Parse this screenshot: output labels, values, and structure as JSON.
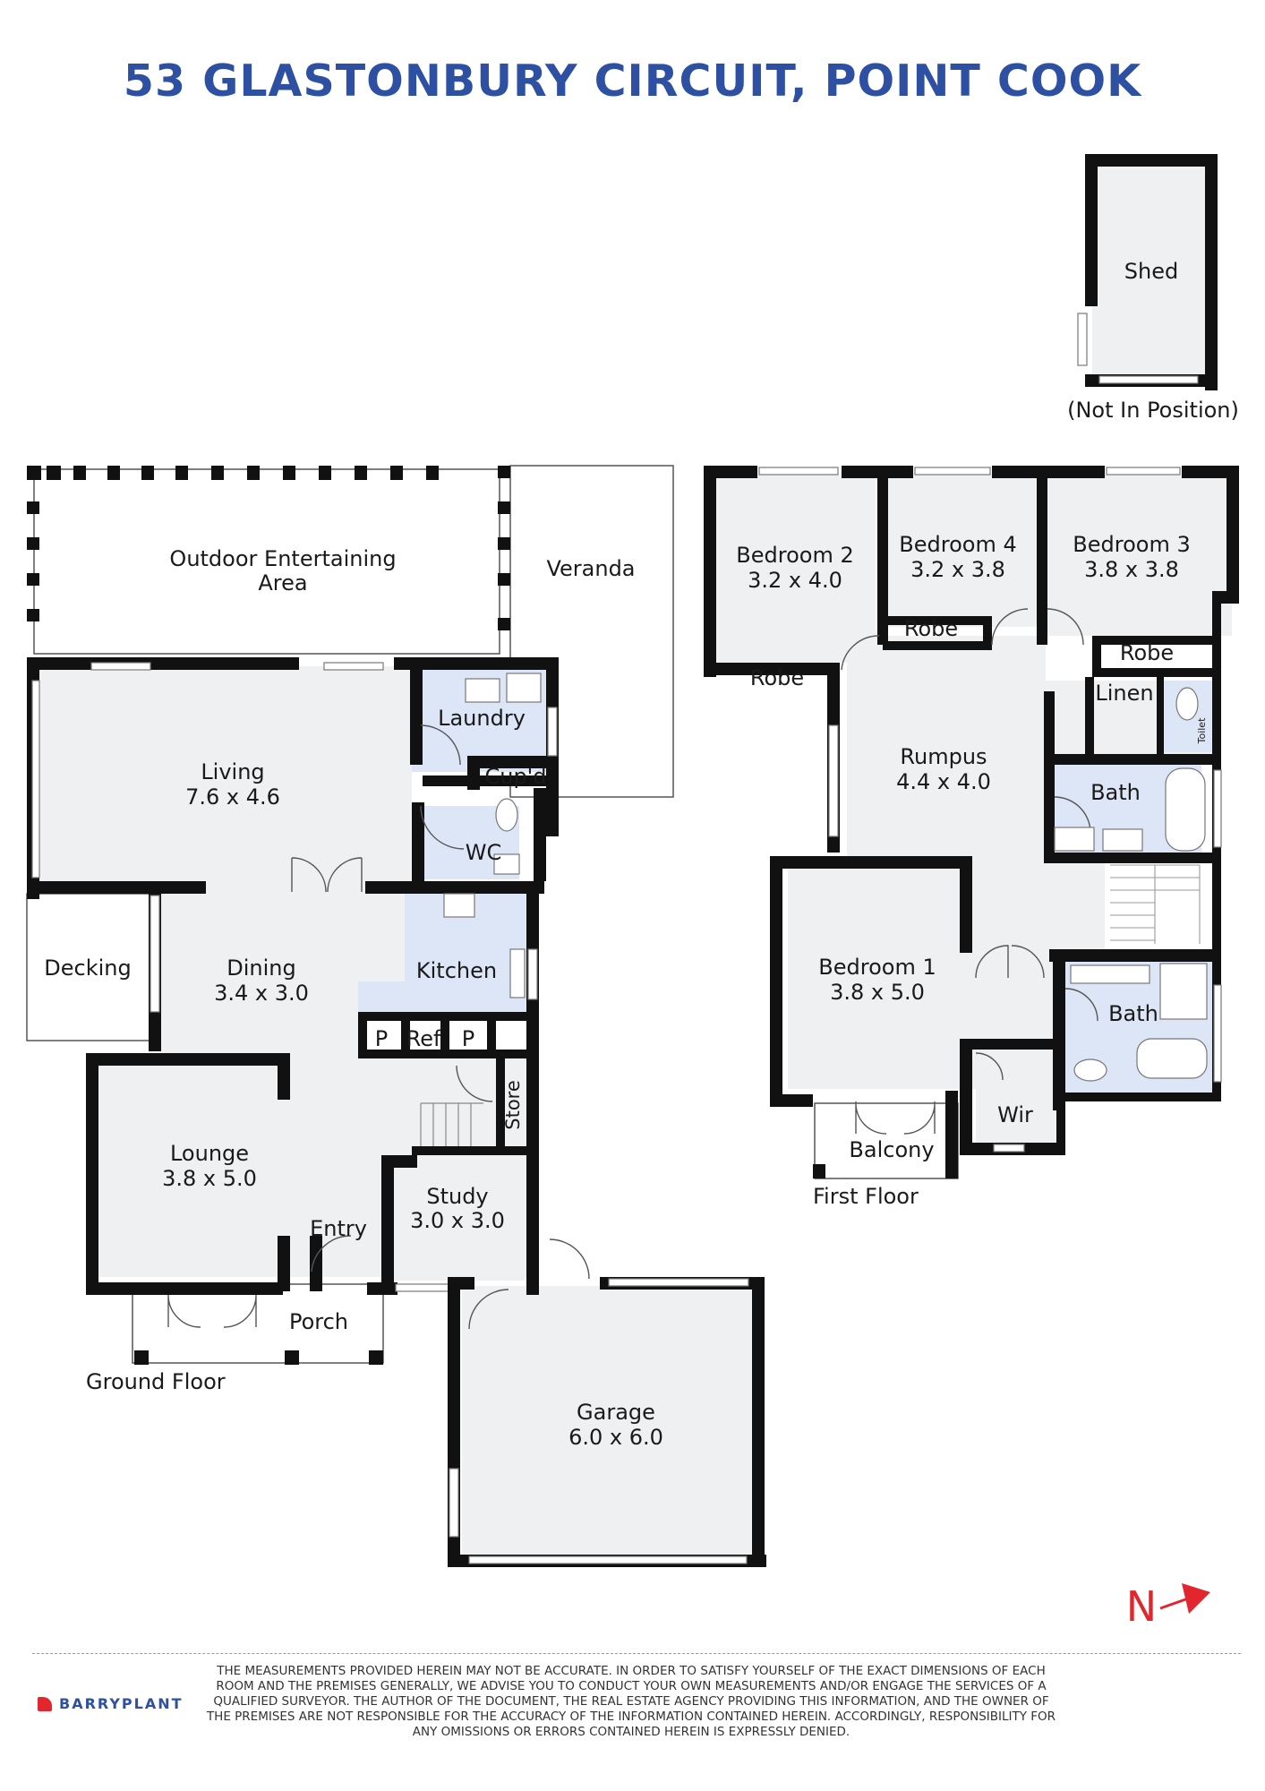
{
  "title": "53 GLASTONBURY CIRCUIT, POINT COOK",
  "shed": {
    "name": "Shed",
    "note": "(Not In Position)"
  },
  "ground_floor": {
    "label": "Ground Floor",
    "rooms": {
      "outdoor": {
        "name": "Outdoor Entertaining",
        "name2": "Area"
      },
      "veranda": {
        "name": "Veranda"
      },
      "laundry": {
        "name": "Laundry"
      },
      "cupd": {
        "name": "Cup'd"
      },
      "wc": {
        "name": "WC"
      },
      "living": {
        "name": "Living",
        "dims": "7.6 x 4.6"
      },
      "decking": {
        "name": "Decking"
      },
      "dining": {
        "name": "Dining",
        "dims": "3.4 x 3.0"
      },
      "kitchen": {
        "name": "Kitchen"
      },
      "pantry1": {
        "name": "P"
      },
      "ref": {
        "name": "Ref"
      },
      "pantry2": {
        "name": "P"
      },
      "store": {
        "name": "Store"
      },
      "lounge": {
        "name": "Lounge",
        "dims": "3.8 x 5.0"
      },
      "study": {
        "name": "Study",
        "dims": "3.0 x 3.0"
      },
      "entry": {
        "name": "Entry"
      },
      "porch": {
        "name": "Porch"
      },
      "garage": {
        "name": "Garage",
        "dims": "6.0 x 6.0"
      }
    }
  },
  "first_floor": {
    "label": "First Floor",
    "rooms": {
      "bedroom2": {
        "name": "Bedroom 2",
        "dims": "3.2 x 4.0"
      },
      "bedroom4": {
        "name": "Bedroom 4",
        "dims": "3.2 x 3.8"
      },
      "bedroom3": {
        "name": "Bedroom 3",
        "dims": "3.8 x 3.8"
      },
      "robe2": {
        "name": "Robe"
      },
      "robe4": {
        "name": "Robe"
      },
      "robe3": {
        "name": "Robe"
      },
      "linen": {
        "name": "Linen"
      },
      "toilet": {
        "name": "Toilet"
      },
      "rumpus": {
        "name": "Rumpus",
        "dims": "4.4 x 4.0"
      },
      "bath1": {
        "name": "Bath"
      },
      "bedroom1": {
        "name": "Bedroom 1",
        "dims": "3.8 x 5.0"
      },
      "bath2": {
        "name": "Bath"
      },
      "wir": {
        "name": "Wir"
      },
      "balcony": {
        "name": "Balcony"
      }
    }
  },
  "compass": {
    "label": "N"
  },
  "disclaimer": "THE MEASUREMENTS PROVIDED HEREIN MAY NOT BE ACCURATE. IN ORDER TO SATISFY YOURSELF OF THE EXACT DIMENSIONS OF EACH ROOM AND THE PREMISES GENERALLY, WE ADVISE YOU TO CONDUCT YOUR OWN MEASUREMENTS AND/OR ENGAGE THE SERVICES OF A QUALIFIED SURVEYOR. THE AUTHOR OF THE DOCUMENT, THE REAL ESTATE AGENCY PROVIDING THIS INFORMATION, AND THE OWNER OF THE PREMISES ARE NOT RESPONSIBLE FOR THE ACCURACY OF THE INFORMATION CONTAINED HEREIN. ACCORDINGLY, RESPONSIBILITY FOR ANY OMISSIONS OR ERRORS CONTAINED HEREIN IS EXPRESSLY DENIED.",
  "brand": {
    "name": "BARRYPLANT"
  },
  "colors": {
    "title": "#2d50a3",
    "wet_area": "#dde6f6",
    "room_fill": "#eff0f1",
    "wall": "#111111",
    "compass": "#e1262d"
  }
}
